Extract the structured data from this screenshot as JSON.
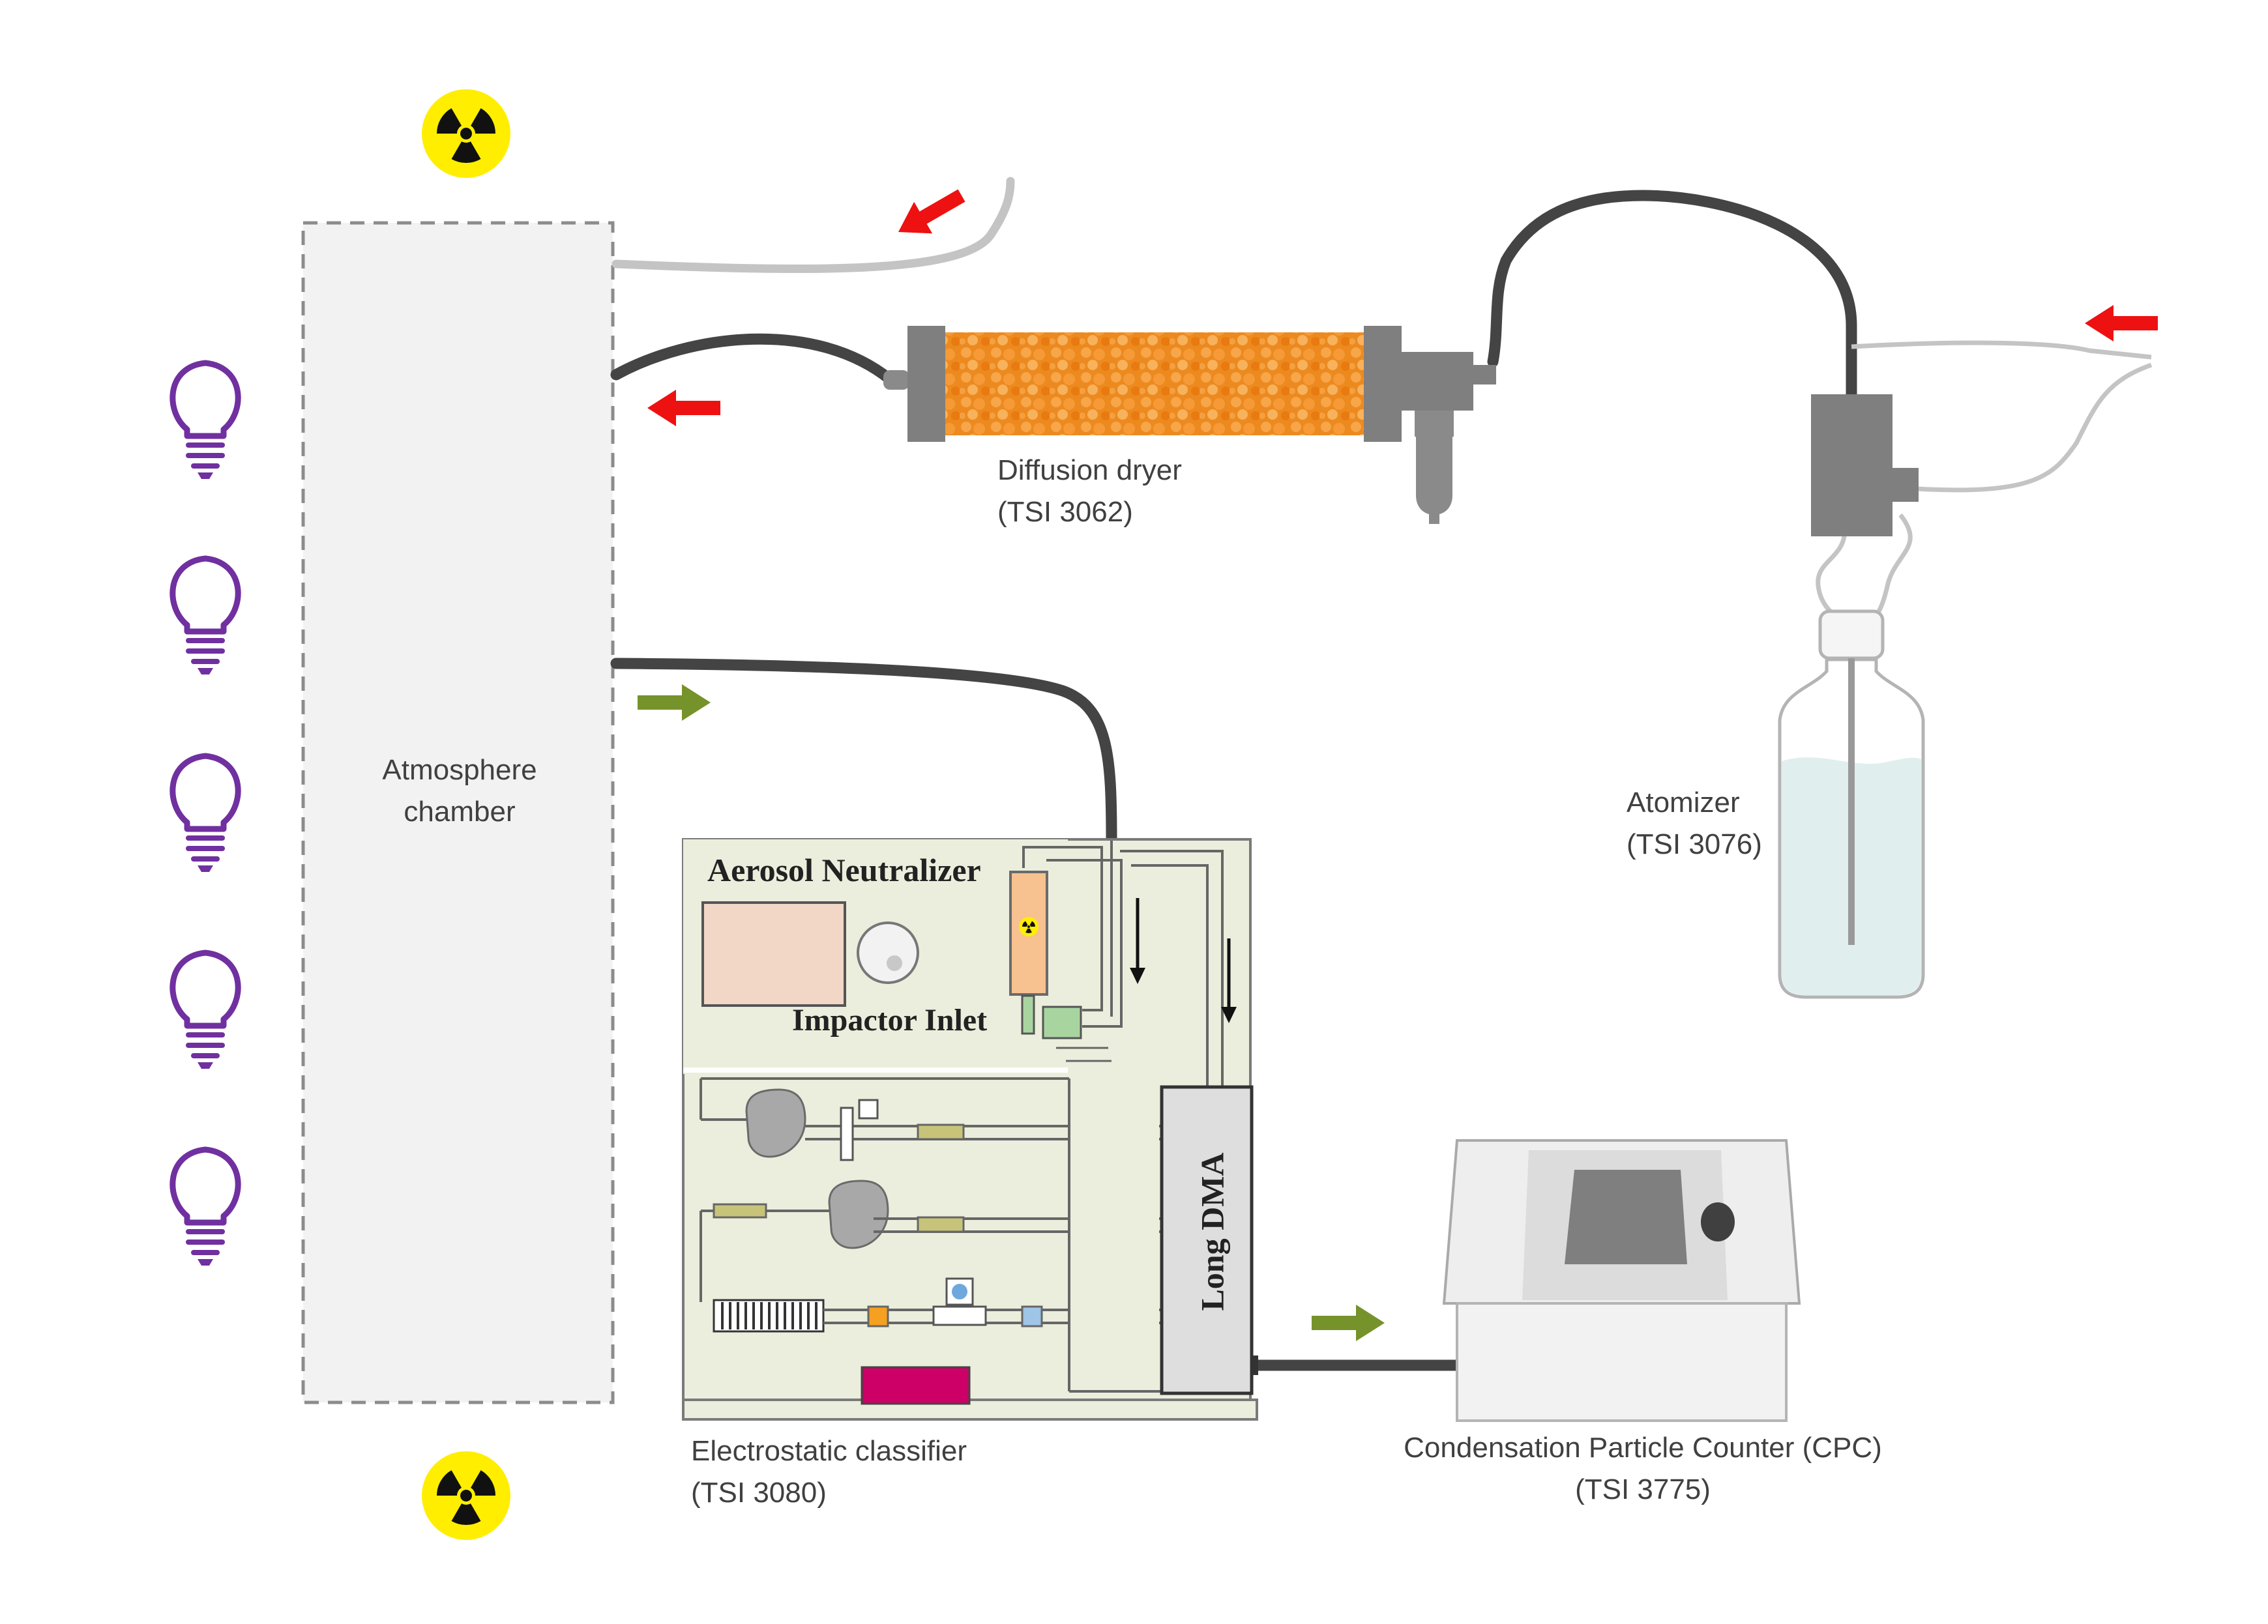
{
  "chamber": {
    "line1": "Atmosphere",
    "line2": "chamber"
  },
  "dryer": {
    "name": "Diffusion dryer",
    "model": "(TSI 3062)"
  },
  "atomizer": {
    "name": "Atomizer",
    "model": "(TSI 3076)"
  },
  "classifier": {
    "name": "Electrostatic classifier",
    "model": "(TSI 3080)",
    "neutralizer_label": "Aerosol Neutralizer",
    "impactor_label": "Impactor Inlet",
    "dma_label": "Long DMA"
  },
  "cpc": {
    "name": "Condensation Particle Counter (CPC)",
    "model": "(TSI 3775)"
  },
  "colors": {
    "tube_dark": "#444444",
    "tube_light": "#c4c4c4",
    "flow_in_arrow": "#ee1111",
    "flow_out_arrow": "#76922a",
    "lamp": "#7030a0",
    "radiation_bg": "#ffee00",
    "chamber_fill": "#f2f2f2",
    "classifier_panel": "#eceedd",
    "desiccant": "#f08a1e"
  },
  "icons": {
    "lamp": "light-bulb-icon",
    "radiation": "radiation-icon",
    "arrow": "flow-arrow-icon"
  }
}
